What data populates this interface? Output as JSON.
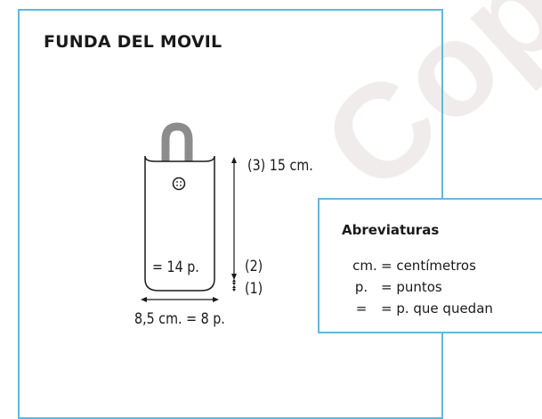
{
  "title": "FUNDA DEL MOVIL",
  "diagram": {
    "height_label": "(3)  15 cm.",
    "stitches_label": "= 14 p.",
    "marker_2": "(2)",
    "marker_1": "(1)",
    "width_label": "8,5 cm. = 8 p."
  },
  "abbreviations": {
    "title": "Abreviaturas",
    "items": [
      {
        "key": "cm.",
        "meaning": "= centímetros"
      },
      {
        "key": "p.",
        "meaning": "= puntos"
      },
      {
        "key": "=",
        "meaning": "= p. que quedan"
      }
    ]
  },
  "watermark": "Copyright ©",
  "colors": {
    "border": "#63b8dc",
    "strap": "#8c8c8c",
    "watermark": "#f1ecec"
  }
}
